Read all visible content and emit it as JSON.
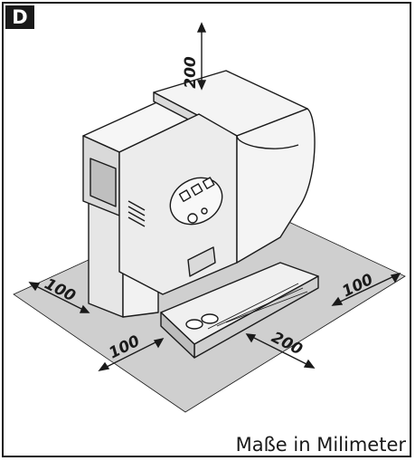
{
  "panel_label": "D",
  "dimensions": {
    "top": "200",
    "left": "100",
    "front_left": "100",
    "front_right": "200",
    "right": "100"
  },
  "caption": "Maße in Milimeter",
  "colors": {
    "floor_area": "#cfcfcf",
    "machine_body": "#efefef",
    "machine_shadow": "#bdbdbd",
    "line": "#1a1a1a"
  }
}
